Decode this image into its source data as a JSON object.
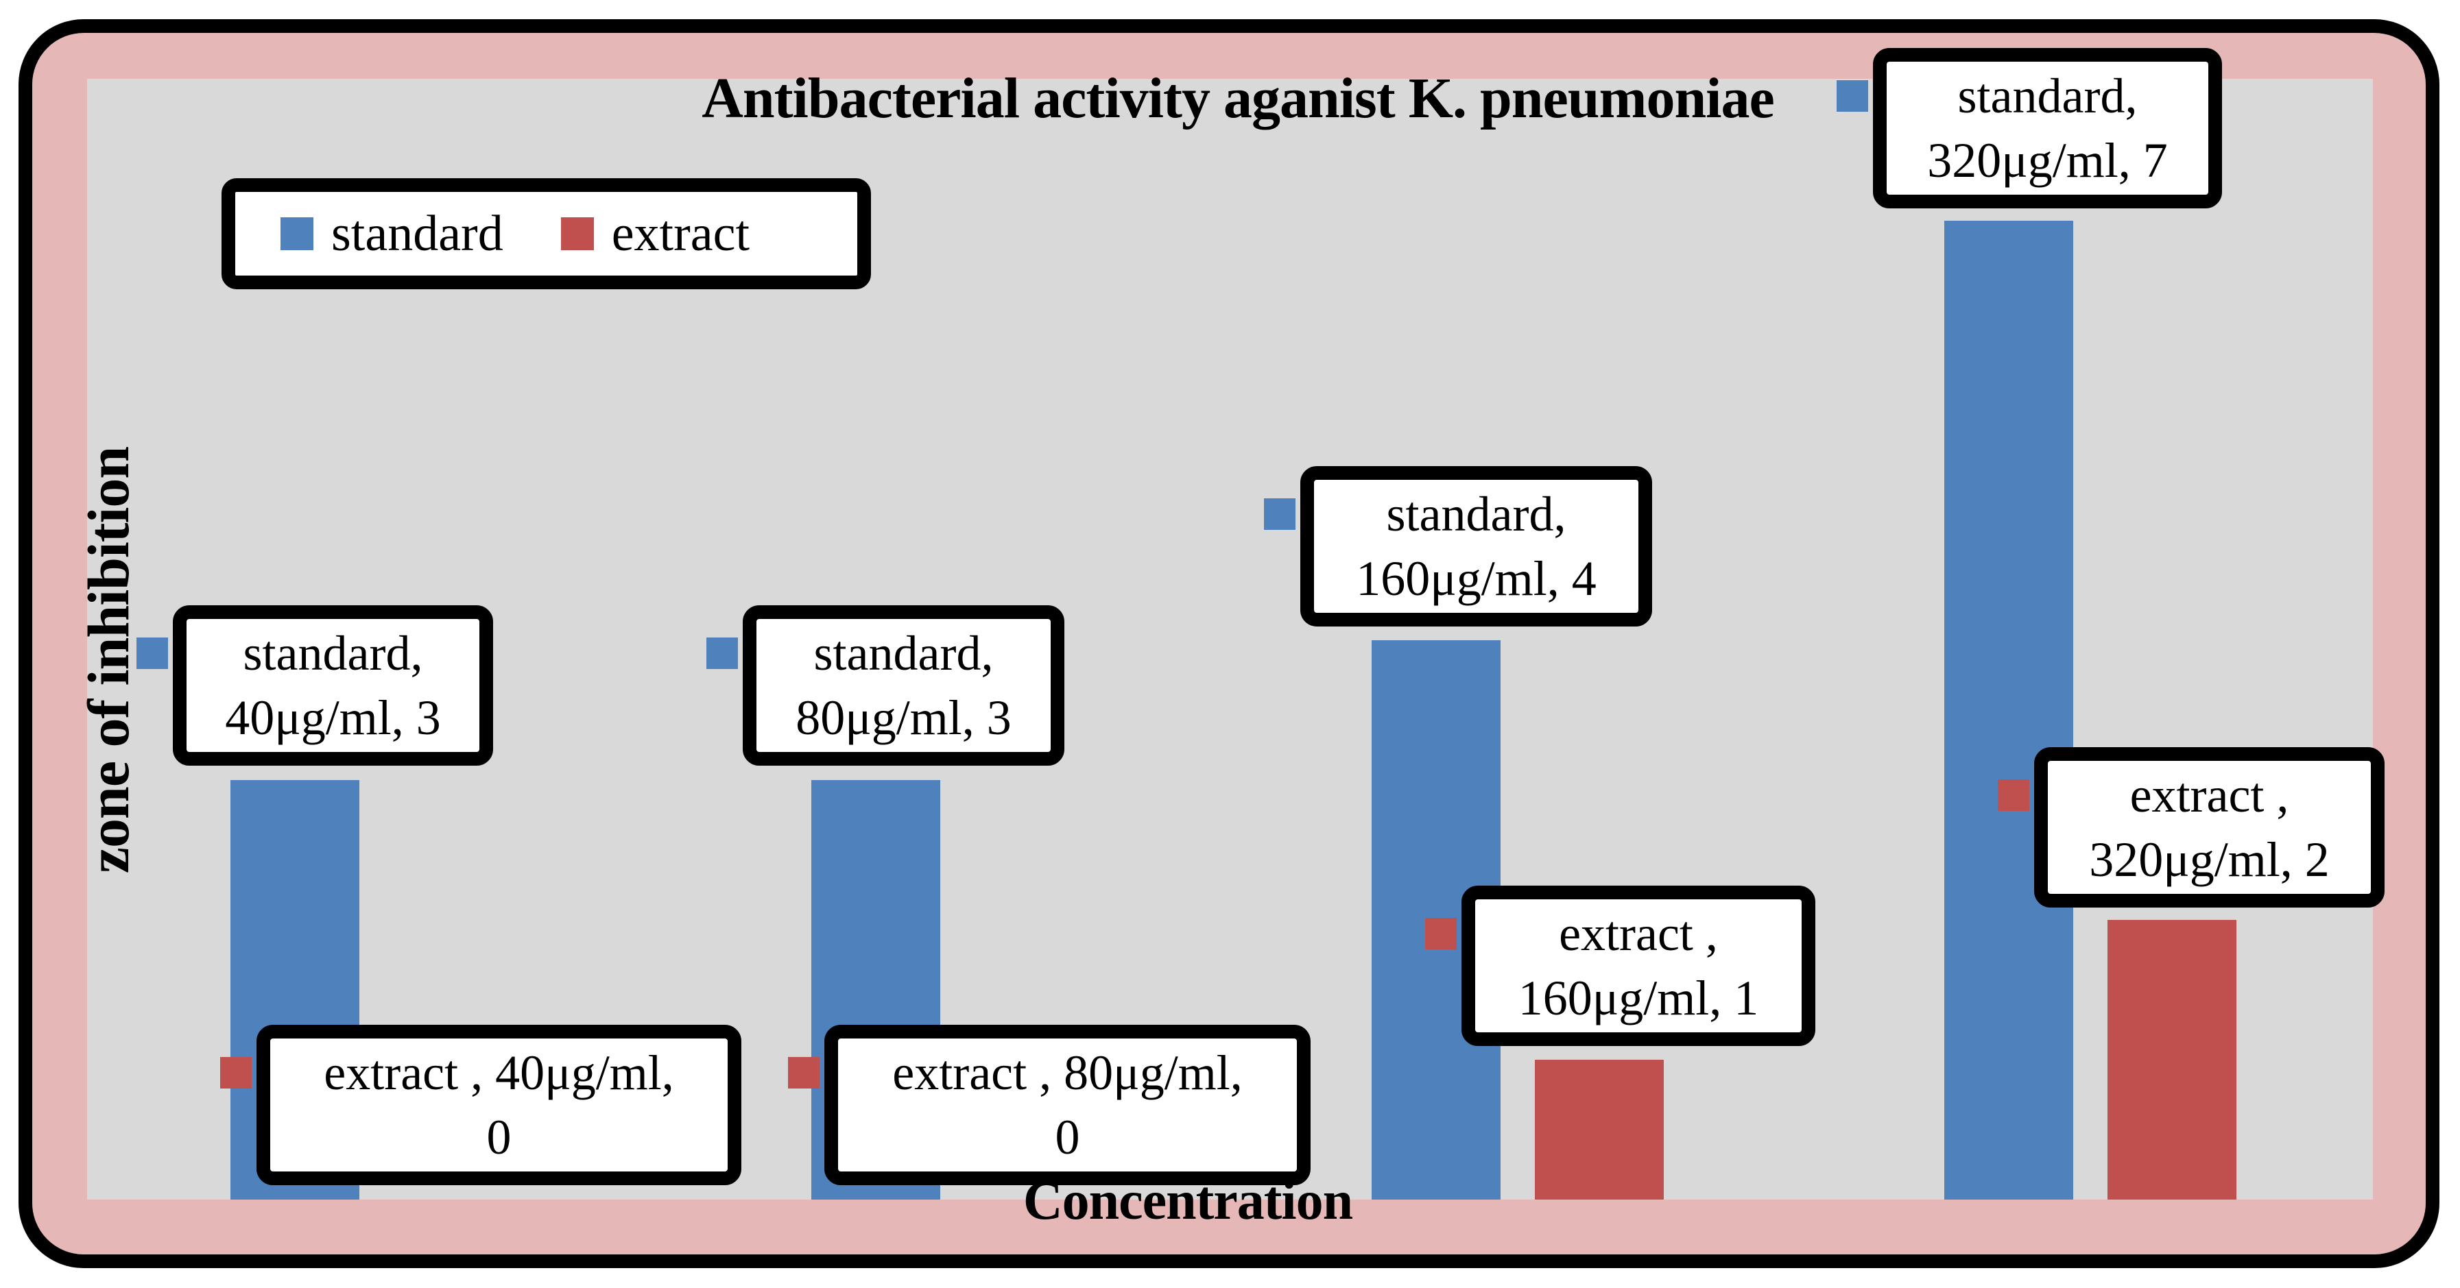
{
  "title": "Antibacterial activity aganist K. pneumoniae",
  "axes": {
    "x_label": "Concentration",
    "y_label": "zone of inhibition"
  },
  "legend": {
    "items": [
      {
        "label": "standard",
        "color": "#4f81bd"
      },
      {
        "label": "extract",
        "color": "#c0504d"
      }
    ]
  },
  "colors": {
    "standard": "#4f81bd",
    "extract": "#c0504d",
    "plot_bg": "#d9d9d9",
    "frame_bg": "#e5b8b7",
    "border": "#000000",
    "label_box_bg": "#ffffff"
  },
  "chart_data": {
    "type": "bar",
    "title": "Antibacterial activity aganist K. pneumoniae",
    "xlabel": "Concentration",
    "ylabel": "zone of inhibition",
    "categories": [
      "40μg/ml",
      "80μg/ml",
      "160μg/ml",
      "320μg/ml"
    ],
    "series": [
      {
        "name": "standard",
        "color": "#4f81bd",
        "values": [
          3,
          3,
          4,
          7
        ]
      },
      {
        "name": "extract",
        "color": "#c0504d",
        "values": [
          0,
          0,
          1,
          2
        ]
      }
    ],
    "ylim": [
      0,
      8
    ],
    "grid": false,
    "axis_ticks_visible": false,
    "legend_position": "top-left",
    "point_labels": [
      {
        "series": "standard",
        "category": "40μg/ml",
        "value": 3,
        "text": "standard, 40μg/ml, 3",
        "lines": [
          "standard,",
          "40μg/ml, 3"
        ]
      },
      {
        "series": "standard",
        "category": "80μg/ml",
        "value": 3,
        "text": "standard, 80μg/ml, 3",
        "lines": [
          "standard,",
          "80μg/ml, 3"
        ]
      },
      {
        "series": "standard",
        "category": "160μg/ml",
        "value": 4,
        "text": "standard, 160μg/ml, 4",
        "lines": [
          "standard,",
          "160μg/ml, 4"
        ]
      },
      {
        "series": "standard",
        "category": "320μg/ml",
        "value": 7,
        "text": "standard, 320μg/ml, 7",
        "lines": [
          "standard,",
          "320μg/ml, 7"
        ]
      },
      {
        "series": "extract",
        "category": "40μg/ml",
        "value": 0,
        "text": "extract , 40μg/ml, 0",
        "lines": [
          "extract , 40μg/ml,",
          "0"
        ]
      },
      {
        "series": "extract",
        "category": "80μg/ml",
        "value": 0,
        "text": "extract , 80μg/ml, 0",
        "lines": [
          "extract , 80μg/ml,",
          "0"
        ]
      },
      {
        "series": "extract",
        "category": "160μg/ml",
        "value": 1,
        "text": "extract , 160μg/ml, 1",
        "lines": [
          "extract ,",
          "160μg/ml, 1"
        ]
      },
      {
        "series": "extract",
        "category": "320μg/ml",
        "value": 2,
        "text": "extract , 320μg/ml, 2",
        "lines": [
          "extract ,",
          "320μg/ml, 2"
        ]
      }
    ]
  }
}
